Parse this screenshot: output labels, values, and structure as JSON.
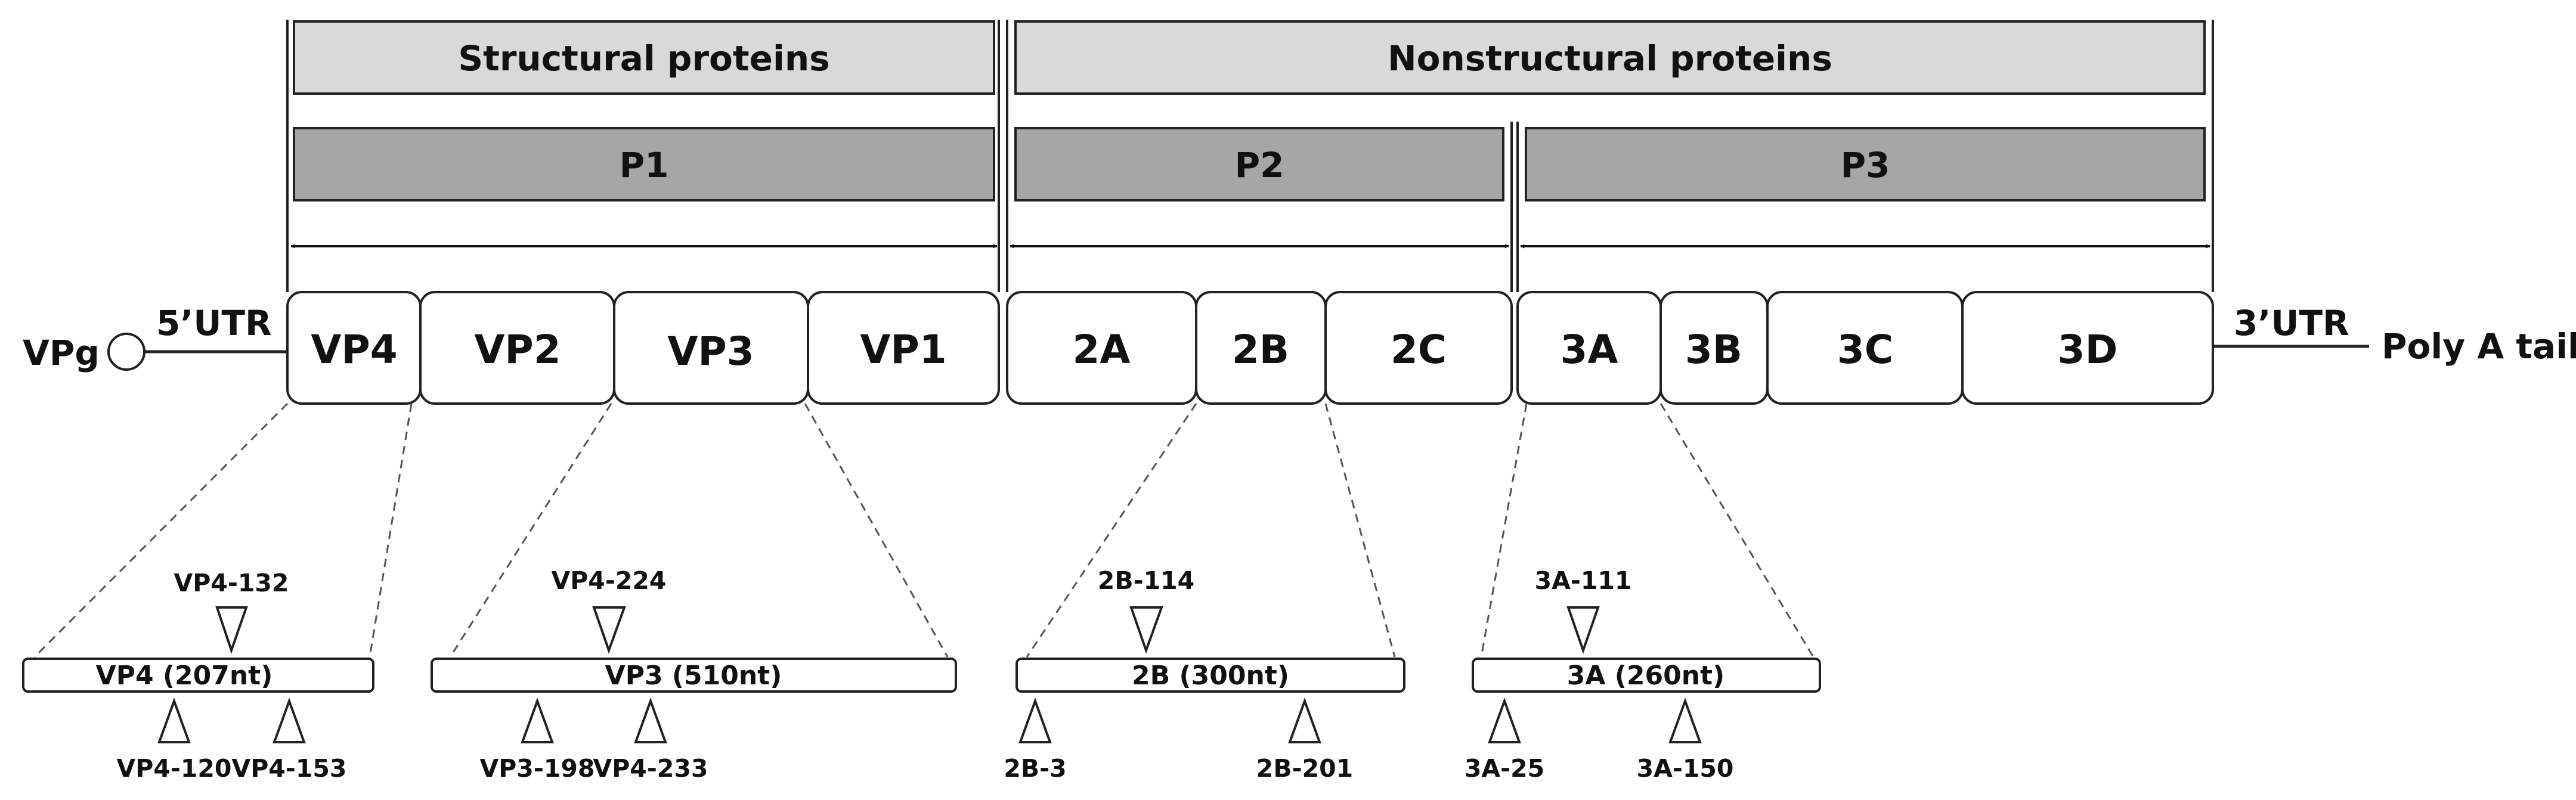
{
  "regions": {
    "structural": "Structural proteins",
    "nonstructural": "Nonstructural proteins"
  },
  "polyproteins": {
    "p1": "P1",
    "p2": "P2",
    "p3": "P3"
  },
  "genes": {
    "vp4": "VP4",
    "vp2": "VP2",
    "vp3": "VP3",
    "vp1": "VP1",
    "g2a": "2A",
    "g2b": "2B",
    "g2c": "2C",
    "g3a": "3A",
    "g3b": "3B",
    "g3c": "3C",
    "g3d": "3D"
  },
  "ends": {
    "vpg": "VPg",
    "utr5": "5’UTR",
    "utr3": "3’UTR",
    "polya": "Poly A tail"
  },
  "details": {
    "vp4": "VP4 (207nt)",
    "vp3": "VP3 (510nt)",
    "b2": "2B (300nt)",
    "a3": "3A (260nt)"
  },
  "sites": {
    "vp4_132": "VP4-132",
    "vp4_120": "VP4-120",
    "vp4_153": "VP4-153",
    "vp4_224": "VP4-224",
    "vp3_198": "VP3-198",
    "vp4_233": "VP4-233",
    "b2_114": "2B-114",
    "b2_3": "2B-3",
    "b2_201": "2B-201",
    "a3_111": "3A-111",
    "a3_25": "3A-25",
    "a3_150": "3A-150"
  },
  "colors": {
    "region_fill": "#d9d9d9",
    "poly_fill": "#a6a6a6",
    "stroke": "#222222"
  }
}
